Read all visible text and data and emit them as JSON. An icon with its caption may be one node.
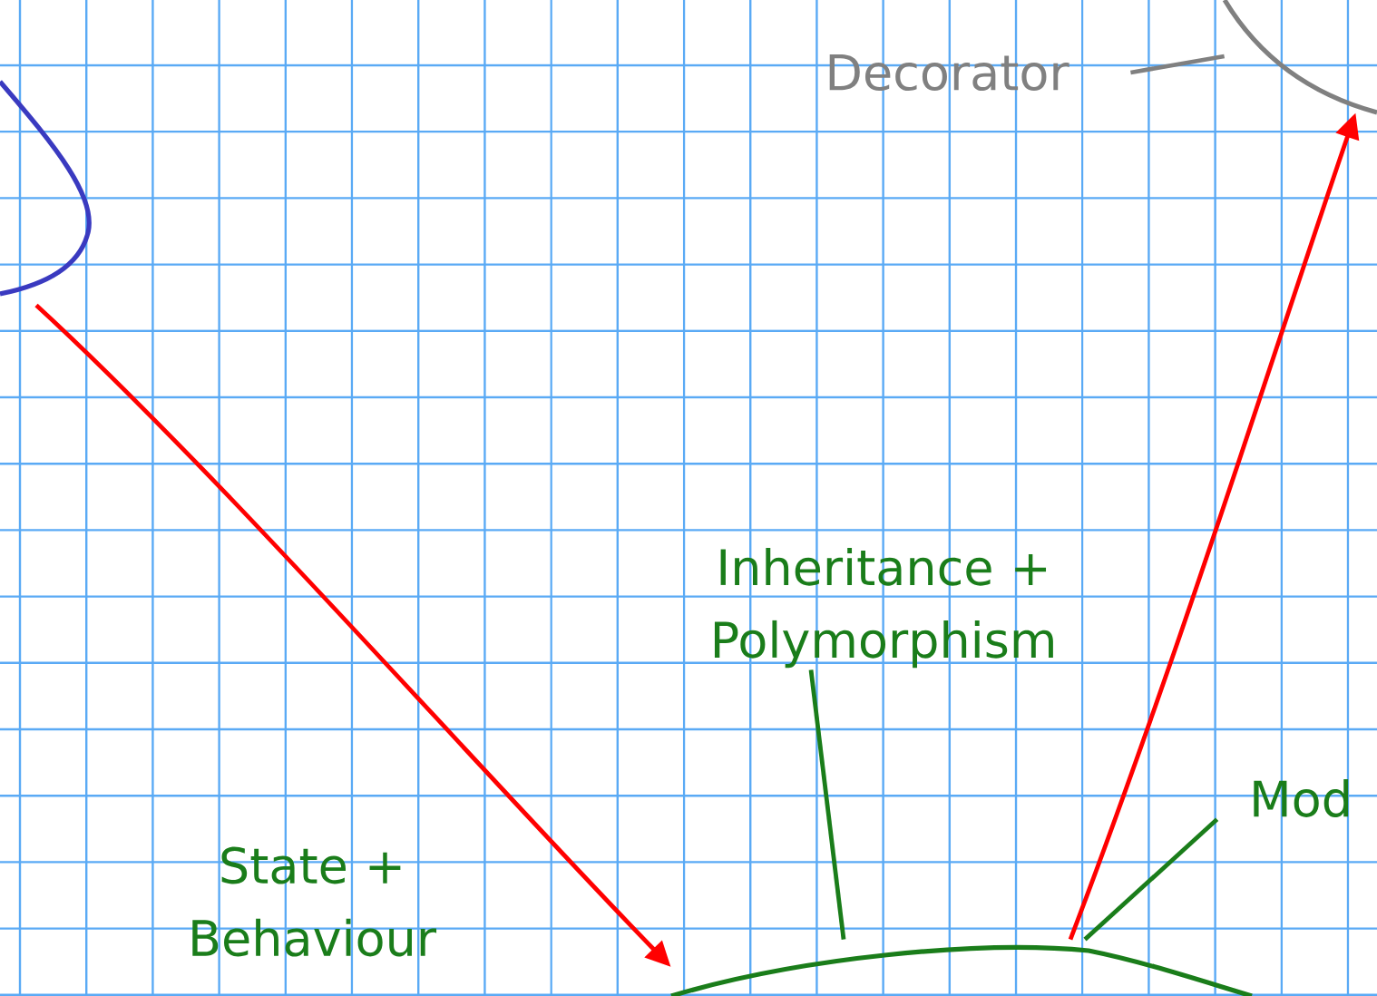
{
  "diagram": {
    "nodes": [
      {
        "text": [],
        "shape": "circle"
      },
      {
        "text": [],
        "shape": "circle"
      },
      {
        "text": [],
        "shape": "circle"
      },
      {
        "text": [
          "Decorator"
        ]
      },
      {
        "text": [
          "Inheritance + Polymorphism"
        ]
      },
      {
        "text": [
          "Mod"
        ]
      },
      {
        "text": [
          "State + Behaviour"
        ]
      }
    ],
    "edges": [
      {
        "from": 0,
        "to": 2,
        "arrow": "to",
        "color": "#ff0000"
      },
      {
        "from": 2,
        "to": 1,
        "arrow": "to",
        "color": "#ff0000"
      },
      {
        "from": 3,
        "to": 1,
        "arrow": "none",
        "color": "#808080"
      },
      {
        "from": 4,
        "to": 2,
        "arrow": "none",
        "color": "#1a7d1a"
      },
      {
        "from": 5,
        "to": 2,
        "arrow": "none",
        "color": "#1a7d1a"
      }
    ]
  }
}
